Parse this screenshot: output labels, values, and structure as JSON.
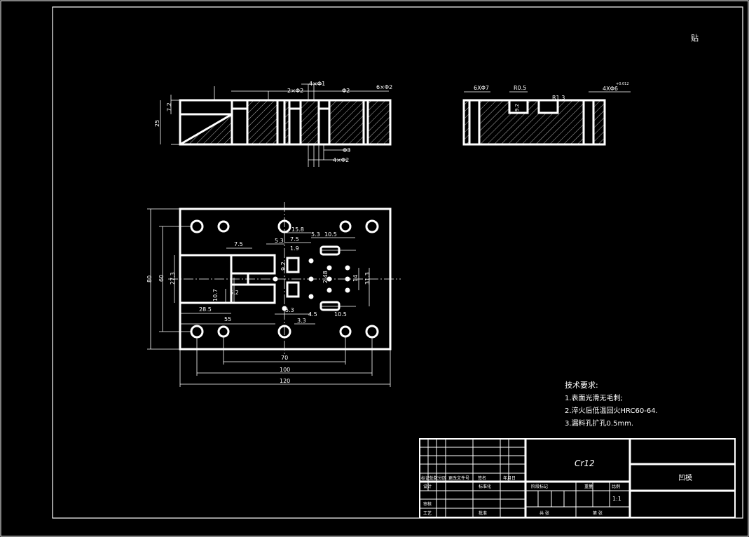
{
  "corner_mark": "贴",
  "front_view_dims": {
    "h_25": "25",
    "h_7_2": "7.2",
    "h_2x2": "2×Φ2",
    "h_4x1": "4×Φ1",
    "h_phi2": "Φ2",
    "h_6x2": "6×Φ2",
    "h_phi3": "Φ3",
    "h_4x2": "4×Φ2"
  },
  "side_view_dims": {
    "s_6x7": "6XΦ7",
    "s_r05": "R0.5",
    "s_r13": "R1.3",
    "s_4x6": "4XΦ6",
    "s_tol": "+0.012",
    "s_9_2": "9.2"
  },
  "plan_view_dims": {
    "p_80": "80",
    "p_60": "60",
    "p_27_3": "27.3",
    "p_10_7": "10.7",
    "p_5_2": "5.2",
    "p_28_5": "28.5",
    "p_55": "55",
    "p_7_5a": "7.5",
    "p_5_3a": "5.3",
    "p_15_8": "15.8",
    "p_5_3b": "5.3",
    "p_10_5a": "10.5",
    "p_7_5b": "7.5",
    "p_1_9": "1.9",
    "p_9_2": "9.2",
    "p_2_48": "2.48",
    "p_14": "14",
    "p_31_3": "31.3",
    "p_5_3c": "5.3",
    "p_4_5": "4.5",
    "p_3_3": "3.3",
    "p_10_5b": "10.5",
    "p_70": "70",
    "p_100": "100",
    "p_120": "120"
  },
  "notes": {
    "title": "技术要求:",
    "items": [
      "1.表面光滑无毛刺;",
      "2.淬火后低温回火HRC60-64.",
      "3.漏料孔扩孔0.5mm."
    ]
  },
  "title_block": {
    "material": "Cr12",
    "part_name": "凹模",
    "scale": "1:1",
    "row_labels": [
      "标记",
      "处数",
      "分区",
      "更改文件号",
      "签名",
      "年月日"
    ],
    "designer": "设计",
    "standardization": "标准化",
    "reviewer": "审核",
    "process": "工艺",
    "approve": "批准",
    "stage_mark": "阶段标记",
    "weight": "重量",
    "scale_label": "比例",
    "sheets_total": "共 张",
    "sheet_no": "第 张"
  }
}
